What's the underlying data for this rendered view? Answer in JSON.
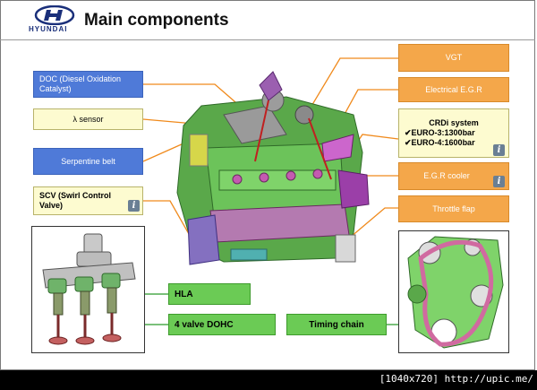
{
  "header": {
    "brand": "HYUNDAI",
    "title": "Main components"
  },
  "labels": {
    "doc": "DOC (Diesel Oxidation Catalyst)",
    "lambda": "λ sensor",
    "serpentine": "Serpentine belt",
    "scv": "SCV (Swirl Control Valve)",
    "vgt": "VGT",
    "egr": "Electrical E.G.R",
    "crdi_title": "CRDi system",
    "crdi_euro3": "✔EURO-3:1300bar",
    "crdi_euro4": "✔EURO-4:1600bar",
    "egr_cooler": "E.G.R cooler",
    "throttle": "Throttle flap",
    "hla": "HLA",
    "dohc": "4 valve DOHC",
    "timing": "Timing chain"
  },
  "watermark": "[1040x720] http://upic.me/"
}
